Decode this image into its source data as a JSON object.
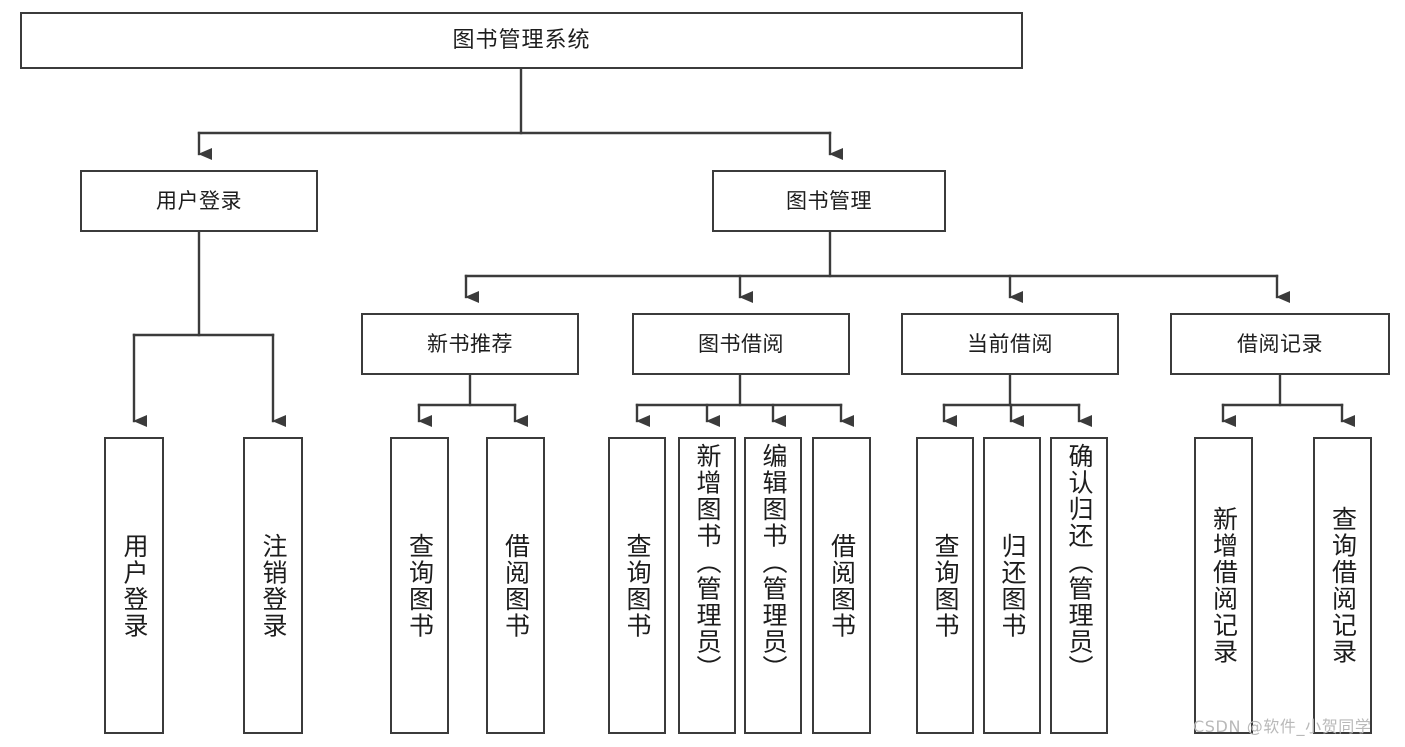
{
  "diagram": {
    "title": "图书管理系统",
    "type": "tree-hierarchy",
    "line_color": "#3b3b3b",
    "box_fill": "#ffffff",
    "text_color": "#1d1d1d"
  },
  "nodes": {
    "root": {
      "label": "图书管理系统"
    },
    "level2": [
      {
        "label": "用户登录"
      },
      {
        "label": "图书管理"
      }
    ],
    "level3": [
      {
        "label": "新书推荐"
      },
      {
        "label": "图书借阅"
      },
      {
        "label": "当前借阅"
      },
      {
        "label": "借阅记录"
      }
    ],
    "leaves": [
      {
        "label": "用户登录"
      },
      {
        "label": "注销登录"
      },
      {
        "label": "查询图书"
      },
      {
        "label": "借阅图书"
      },
      {
        "label": "查询图书"
      },
      {
        "label": "新增图书（管理员）"
      },
      {
        "label": "编辑图书（管理员）"
      },
      {
        "label": "借阅图书"
      },
      {
        "label": "查询图书"
      },
      {
        "label": "归还图书"
      },
      {
        "label": "确认归还（管理员）"
      },
      {
        "label": "新增借阅记录"
      },
      {
        "label": "查询借阅记录"
      }
    ]
  },
  "watermark": {
    "text": "CSDN @软件_小贺同学"
  }
}
